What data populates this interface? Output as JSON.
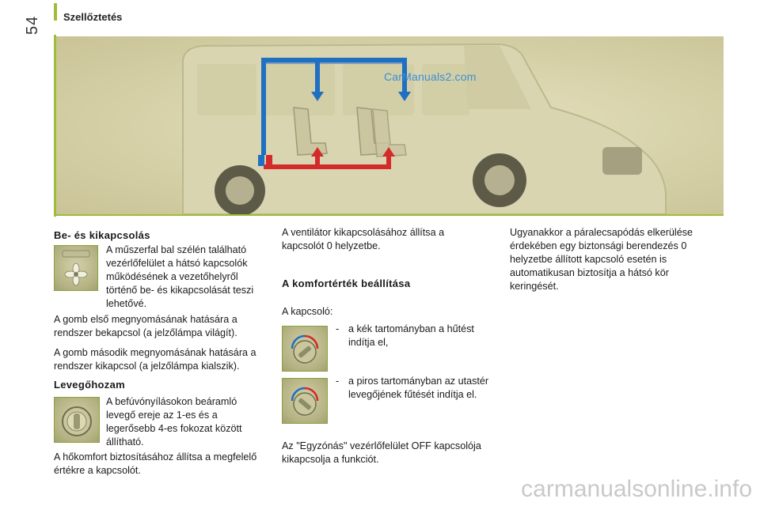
{
  "page_number": "54",
  "section_title": "Szellőztetés",
  "illustration": {
    "watermark": "CarManuals2.com",
    "colors": {
      "cold": "#1f6fc2",
      "hot": "#d42a2a",
      "panel": "#9fbc3a"
    }
  },
  "col1": {
    "heading1": "Be- és kikapcsolás",
    "p_fan": "A műszerfal bal szélén található vezérlőfelület a hátsó kapcsolók működésének a vezetőhelyről történő be- és kikapcsolását teszi lehetővé.",
    "p2": "A gomb első megnyomásának hatására a rendszer bekapcsol (a jelzőlámpa világít).",
    "p3": "A gomb második megnyomásának hatására a rendszer kikapcsol (a jelzőlámpa kialszik).",
    "heading2": "Levegőhozam",
    "p_airflow": "A befúvónyílásokon beáramló levegő ereje az 1-es és a legerősebb 4-es fokozat között állítható.",
    "p5": "A hőkomfort biztosításához állítsa a megfelelő értékre a kapcsolót."
  },
  "col2": {
    "p1": "A ventilátor kikapcsolásához állítsa a kapcsolót 0 helyzetbe.",
    "heading": "A komfortérték beállítása",
    "p_switch": "A kapcsoló:",
    "bullet1": "a kék tartományban a hűtést indítja el,",
    "bullet2": "a piros tartományban az utastér levegőjének fűtését indítja el.",
    "dash": "-",
    "p_last": "Az \"Egyzónás\" vezérlőfelület OFF kapcsolója kikapcsolja a funkciót."
  },
  "col3": {
    "p1": "Ugyanakkor a páralecsapódás elkerülése érdekében egy biztonsági berendezés 0 helyzetbe állított kapcsoló esetén is automatikusan biztosítja a hátsó kör keringését."
  },
  "footer_watermark": "carmanualsonline.info"
}
